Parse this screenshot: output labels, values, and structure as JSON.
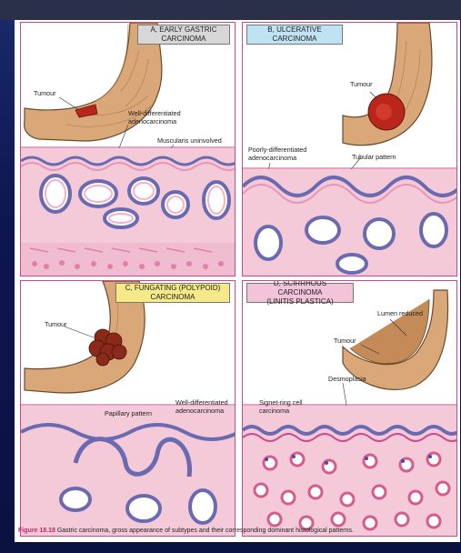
{
  "panels": {
    "a": {
      "title": "A, EARLY GASTRIC\nCARCINOMA",
      "labels": {
        "tumour": "Tumour",
        "well_diff": "Well-differentiated\nadenocarcinoma",
        "muscularis": "Muscularis uninvolved"
      }
    },
    "b": {
      "title": "B, ULCERATIVE\nCARCINOMA",
      "labels": {
        "tumour": "Tumour",
        "poorly_diff": "Poorly-differentiated\nadenocarcinoma",
        "tubular": "Tubular pattern"
      }
    },
    "c": {
      "title": "C, FUNGATING (POLYPOID)\nCARCINOMA",
      "labels": {
        "tumour": "Tumour",
        "papillary": "Papillary pattern",
        "well_diff": "Well-differentiated\nadenocarcinoma"
      }
    },
    "d": {
      "title": "D, SCIRRHOUS CARCINOMA\n(LINITIS PLASTICA)",
      "labels": {
        "lumen": "Lumen reduced",
        "tumour": "Tumour",
        "desmoplasia": "Desmoplasia",
        "signet": "Signet-ring cell\ncarcinoma"
      }
    }
  },
  "caption": {
    "figure": "Figure 18.18",
    "text": "Gastric carcinoma, gross appearance of subtypes and their corresponding dominant histological patterns."
  },
  "colors": {
    "border": "#c9488f",
    "stomach": "#d9a778",
    "tissue": "#f4c9d8",
    "nuclei": "#4a4a9a",
    "tumour": "#b8261c"
  }
}
